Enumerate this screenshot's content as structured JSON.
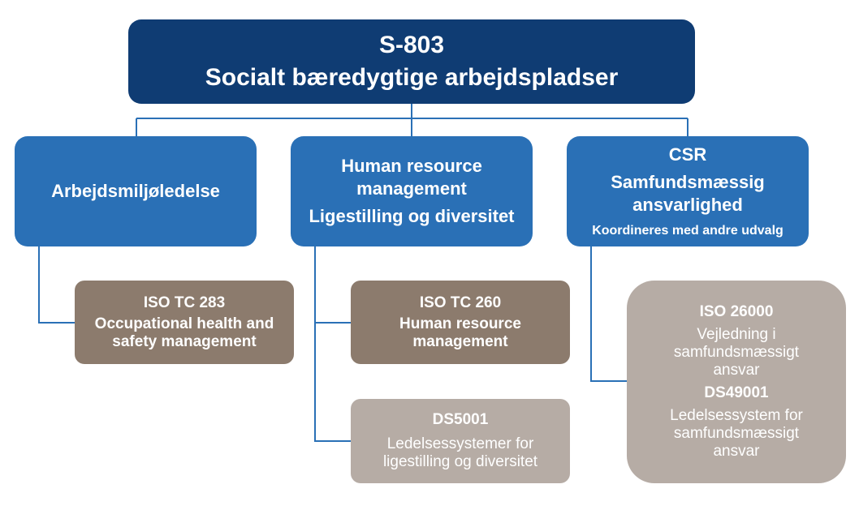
{
  "root": {
    "code": "S-803",
    "title": "Socialt bæredygtige arbejdspladser"
  },
  "categories": [
    {
      "lines": [
        "Arbejdsmiljøledelse"
      ]
    },
    {
      "line1": "Human resource",
      "line2": "management",
      "line3": "Ligestilling og diversitet"
    },
    {
      "line1": "CSR",
      "line2": "Samfundsmæssig",
      "line3": "ansvarlighed",
      "note": "Koordineres med andre udvalg"
    }
  ],
  "standards": {
    "iso283": {
      "code": "ISO TC 283",
      "line1": "Occupational health and",
      "line2": "safety management"
    },
    "iso260": {
      "code": "ISO TC 260",
      "line1": "Human resource",
      "line2": "management"
    },
    "ds5001": {
      "code": "DS5001",
      "line1": "Ledelsessystemer for",
      "line2": "ligestilling og diversitet"
    },
    "iso26000": {
      "code": "ISO 26000",
      "line1": "Vejledning i",
      "line2": "samfundsmæssigt",
      "line3": "ansvar",
      "code2": "DS49001",
      "line4": "Ledelsessystem for",
      "line5": "samfundsmæssigt",
      "line6": "ansvar"
    }
  },
  "colors": {
    "root": "#0f3c73",
    "category": "#2a70b6",
    "standard": "#8c7b6d",
    "standard_light": "#b6aca5",
    "connector": "#2a70b6"
  }
}
